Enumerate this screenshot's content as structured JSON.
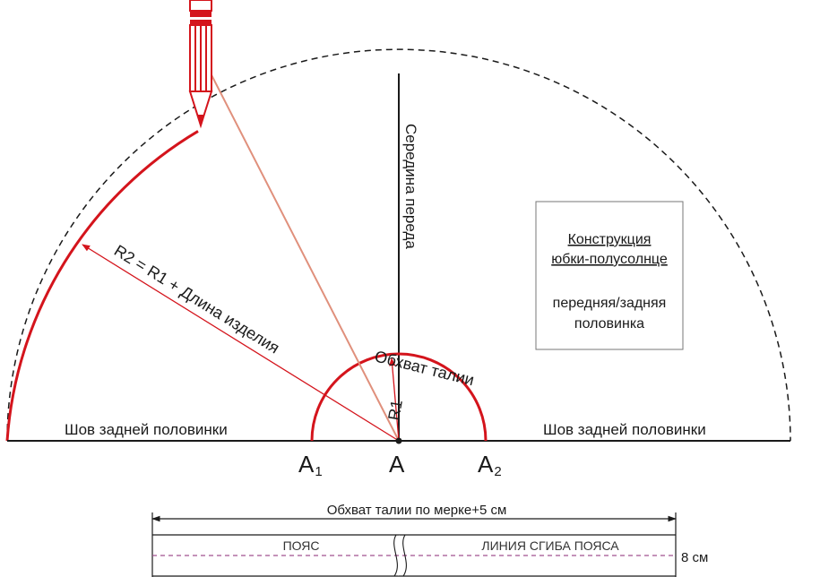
{
  "diagram": {
    "labels": {
      "center_front": "Середина переда",
      "waist": "Обхват талии",
      "r1": "R1",
      "r2": "R2 = R1 + Длина изделия",
      "back_seam_left": "Шов задней половинки",
      "back_seam_right": "Шов задней половинки",
      "point_a1": "А",
      "point_a1_sub": "1",
      "point_a": "А",
      "point_a2": "А",
      "point_a2_sub": "2"
    },
    "info_box": {
      "title_line1": "Конструкция",
      "title_line2": "юбки-полусолнце",
      "subtitle_line1": "передняя/задняя",
      "subtitle_line2": "половинка"
    },
    "belt": {
      "length_label": "Обхват талии по мерке+5 см",
      "left_label": "ПОЯС",
      "right_label": "ЛИНИЯ СГИБА ПОЯСА",
      "width_label": "8 см"
    },
    "colors": {
      "red": "#d4141c",
      "salmon": "#e0907c",
      "black": "#1a1a1a"
    }
  }
}
